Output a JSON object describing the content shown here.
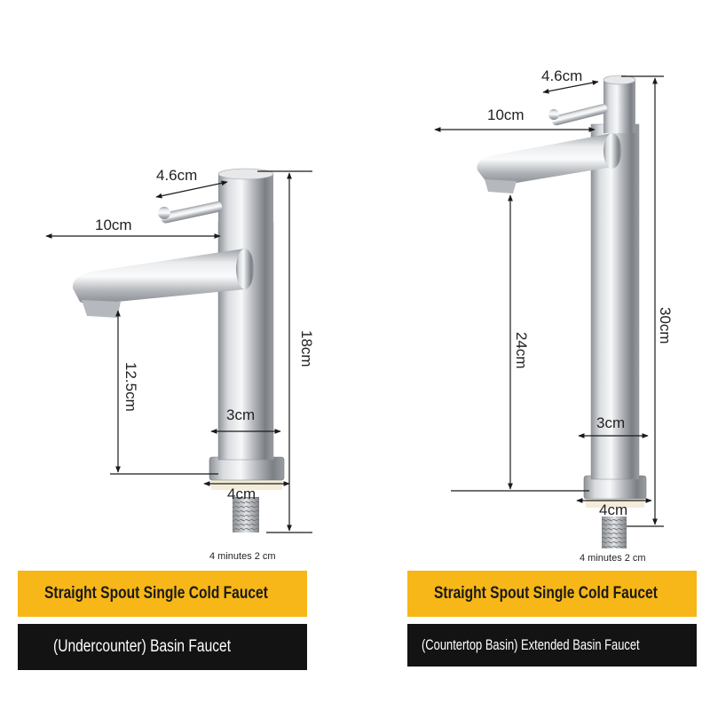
{
  "left_faucet": {
    "handle_length": "4.6cm",
    "spout_reach": "10cm",
    "total_height": "18cm",
    "spout_height": "12.5cm",
    "body_diameter": "3cm",
    "base_diameter": "4cm",
    "thread_note": "4 minutes 2 cm",
    "title_line1": "Straight Spout Single Cold Faucet",
    "title_line2": "(Undercounter) Basin Faucet"
  },
  "right_faucet": {
    "handle_length": "4.6cm",
    "spout_reach": "10cm",
    "total_height": "30cm",
    "spout_height": "24cm",
    "body_diameter": "3cm",
    "base_diameter": "4cm",
    "thread_note": "4 minutes 2 cm",
    "title_line1": "Straight Spout Single Cold Faucet",
    "title_line2": "(Countertop Basin) Extended Basin Faucet"
  },
  "colors": {
    "banner_yellow": "#f7b718",
    "banner_dark": "#131313",
    "dimension_line": "#1a1a1a"
  }
}
